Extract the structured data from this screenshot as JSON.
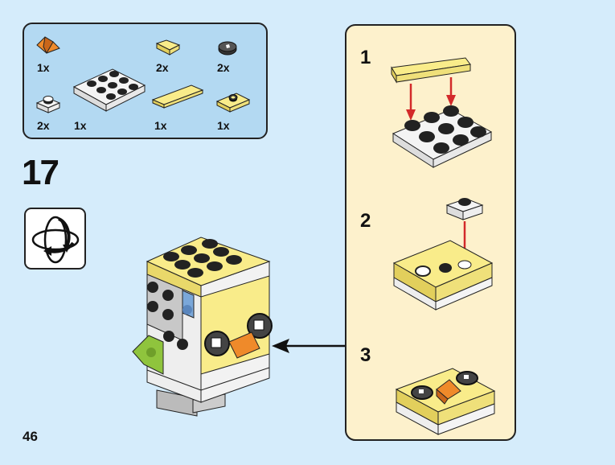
{
  "step": {
    "number": "17"
  },
  "page": {
    "number": "46"
  },
  "parts_list": {
    "items": [
      {
        "name": "orange-slope-1x1",
        "qty": "1x"
      },
      {
        "name": "yellow-tile-1x1",
        "qty": "2x"
      },
      {
        "name": "dark-round-tile-eye",
        "qty": "2x"
      },
      {
        "name": "white-plate-1x1",
        "qty": "2x"
      },
      {
        "name": "white-plate-3x3",
        "qty": "1x"
      },
      {
        "name": "yellow-tile-1x4",
        "qty": "1x"
      },
      {
        "name": "yellow-jumper-plate-1x2",
        "qty": "1x"
      }
    ]
  },
  "sub_steps": [
    {
      "number": "1"
    },
    {
      "number": "2"
    },
    {
      "number": "3"
    }
  ],
  "colors": {
    "background": "#d5ecfb",
    "parts_box": "#b3d9f2",
    "sub_panel": "#fdf1cc",
    "yellow": "#f9ec8a",
    "orange": "#ef8a2a",
    "arrow_red": "#d32a2a",
    "green": "#8fc43d",
    "blue": "#7aa7d9"
  }
}
